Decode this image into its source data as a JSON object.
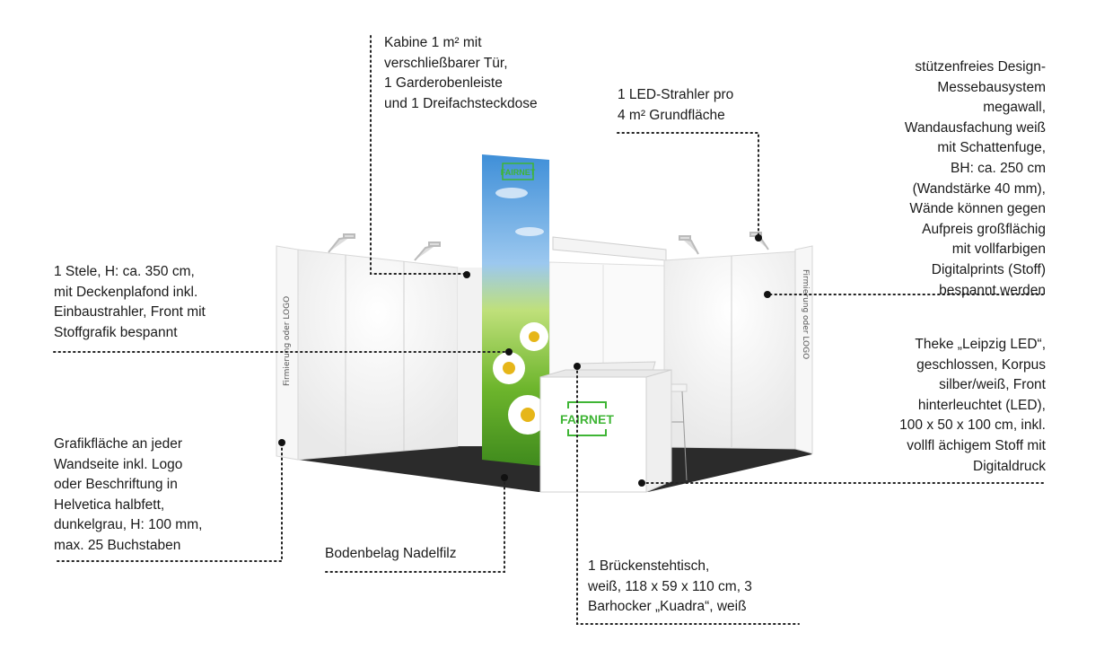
{
  "annotations": {
    "kabine": {
      "lines": [
        "Kabine 1 m² mit",
        "verschließbarer Tür,",
        "1 Garderobenleiste",
        "und 1 Dreifachsteckdose"
      ]
    },
    "led": {
      "lines": [
        "1 LED-Strahler pro",
        "4 m² Grundfläche"
      ]
    },
    "wall_system": {
      "lines": [
        "stützenfreies Design-",
        "Messebausystem",
        "megawall,",
        "Wandausfachung weiß",
        "mit Schattenfuge,",
        "BH: ca. 250 cm",
        "(Wandstärke 40 mm),",
        "Wände können gegen",
        "Aufpreis großflächig",
        "mit vollfarbigen",
        "Digitalprints (Stoff)",
        "bespannt werden"
      ]
    },
    "stele": {
      "lines": [
        "1 Stele, H: ca. 350 cm,",
        "mit Deckenplafond inkl.",
        "Einbaustrahler, Front mit",
        "Stoffgrafik bespannt"
      ]
    },
    "theke": {
      "lines": [
        "Theke „Leipzig LED“,",
        "geschlossen, Korpus",
        "silber/weiß, Front",
        "hinterleuchtet (LED),",
        "100 x 50 x 100 cm, inkl.",
        "vollfl ächigem Stoff mit",
        "Digitaldruck"
      ]
    },
    "grafik": {
      "lines": [
        "Grafikfläche an jeder",
        "Wandseite inkl. Logo",
        "oder Beschriftung in",
        "Helvetica halbfett,",
        "dunkelgrau, H: 100 mm,",
        "max. 25 Buchstaben"
      ]
    },
    "boden": {
      "lines": [
        "Bodenbelag Nadelfilz"
      ]
    },
    "tisch": {
      "lines": [
        "1 Brückenstehtisch,",
        "weiß, 118 x 59 x 110 cm, 3",
        "Barhocker „Kuadra“, weiß"
      ]
    }
  },
  "booth": {
    "strip_text": "Firmierung oder LOGO",
    "brand_logo": "FAIRNET"
  },
  "colors": {
    "brand_green": "#3fb535",
    "floor": "#2b2b2b",
    "leader": "#222222"
  }
}
